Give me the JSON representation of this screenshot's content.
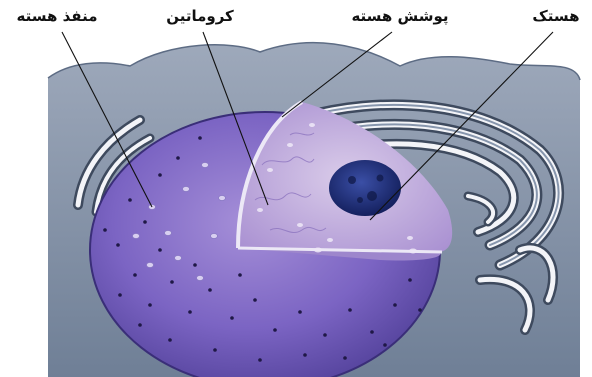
{
  "labels": {
    "nuclear_pore": "منفذ هسته",
    "chromatin": "کروماتین",
    "nuclear_envelope": "پوشش هسته",
    "nucleolus": "هستک"
  },
  "colors": {
    "cytoplasm": "#7f8fa6",
    "nucleus_outer": "#6a58b4",
    "nucleoplasm": "#b8a2d8",
    "nucleolus": "#1e2f78",
    "envelope": "#e9e5f4",
    "er_membrane": "#f3f4f8"
  }
}
